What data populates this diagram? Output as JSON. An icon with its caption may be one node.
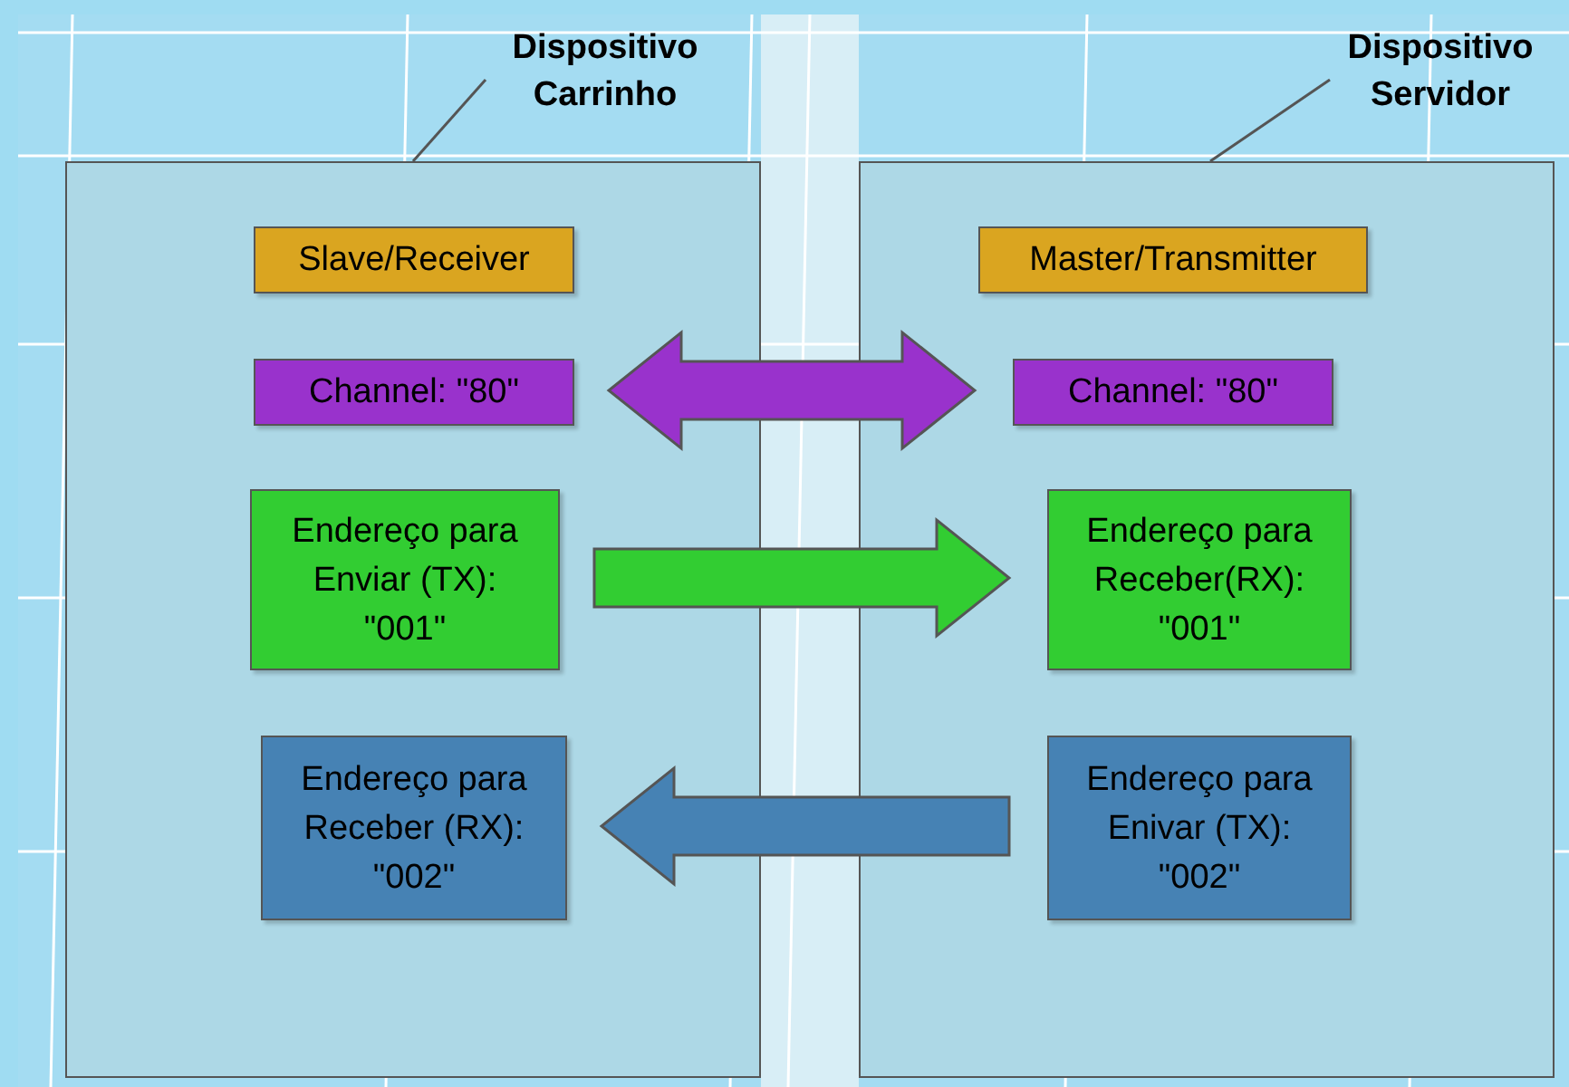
{
  "diagram": {
    "nodes": [
      {
        "text": [
          "Dispositivo Carrinho"
        ]
      },
      {
        "text": [],
        "shape": "box"
      },
      {
        "text": [
          "Slave/Receiver"
        ],
        "in": 1
      },
      {
        "text": [
          "Channel: \"80\""
        ],
        "in": 1
      },
      {
        "text": [
          "Endereço para Enviar (TX): \"001\""
        ],
        "in": 1
      },
      {
        "text": [
          "Endereço para Receber (RX): \"002\""
        ],
        "in": 1
      },
      {
        "text": [
          "Dispositivo Servidor"
        ]
      },
      {
        "text": [],
        "shape": "box"
      },
      {
        "text": [
          "Master/Transmitter"
        ],
        "in": 7
      },
      {
        "text": [
          "Channel: \"80\""
        ],
        "in": 7
      },
      {
        "text": [
          "Endereço para Receber(RX): \"001\""
        ],
        "in": 7
      },
      {
        "text": [
          "Endereço para Enivar (TX): \"002\""
        ],
        "in": 7
      }
    ],
    "edges": [
      {
        "from": 0,
        "to": 1,
        "arrow": "none"
      },
      {
        "from": 6,
        "to": 7,
        "arrow": "none"
      },
      {
        "from": 3,
        "to": 9,
        "arrow": "both",
        "style": "thick",
        "color": "#9932cc"
      },
      {
        "from": 4,
        "to": 10,
        "arrow": "to",
        "style": "thick",
        "color": "#32cd32"
      },
      {
        "from": 11,
        "to": 5,
        "arrow": "to",
        "style": "thick",
        "color": "#4682b4"
      }
    ]
  }
}
